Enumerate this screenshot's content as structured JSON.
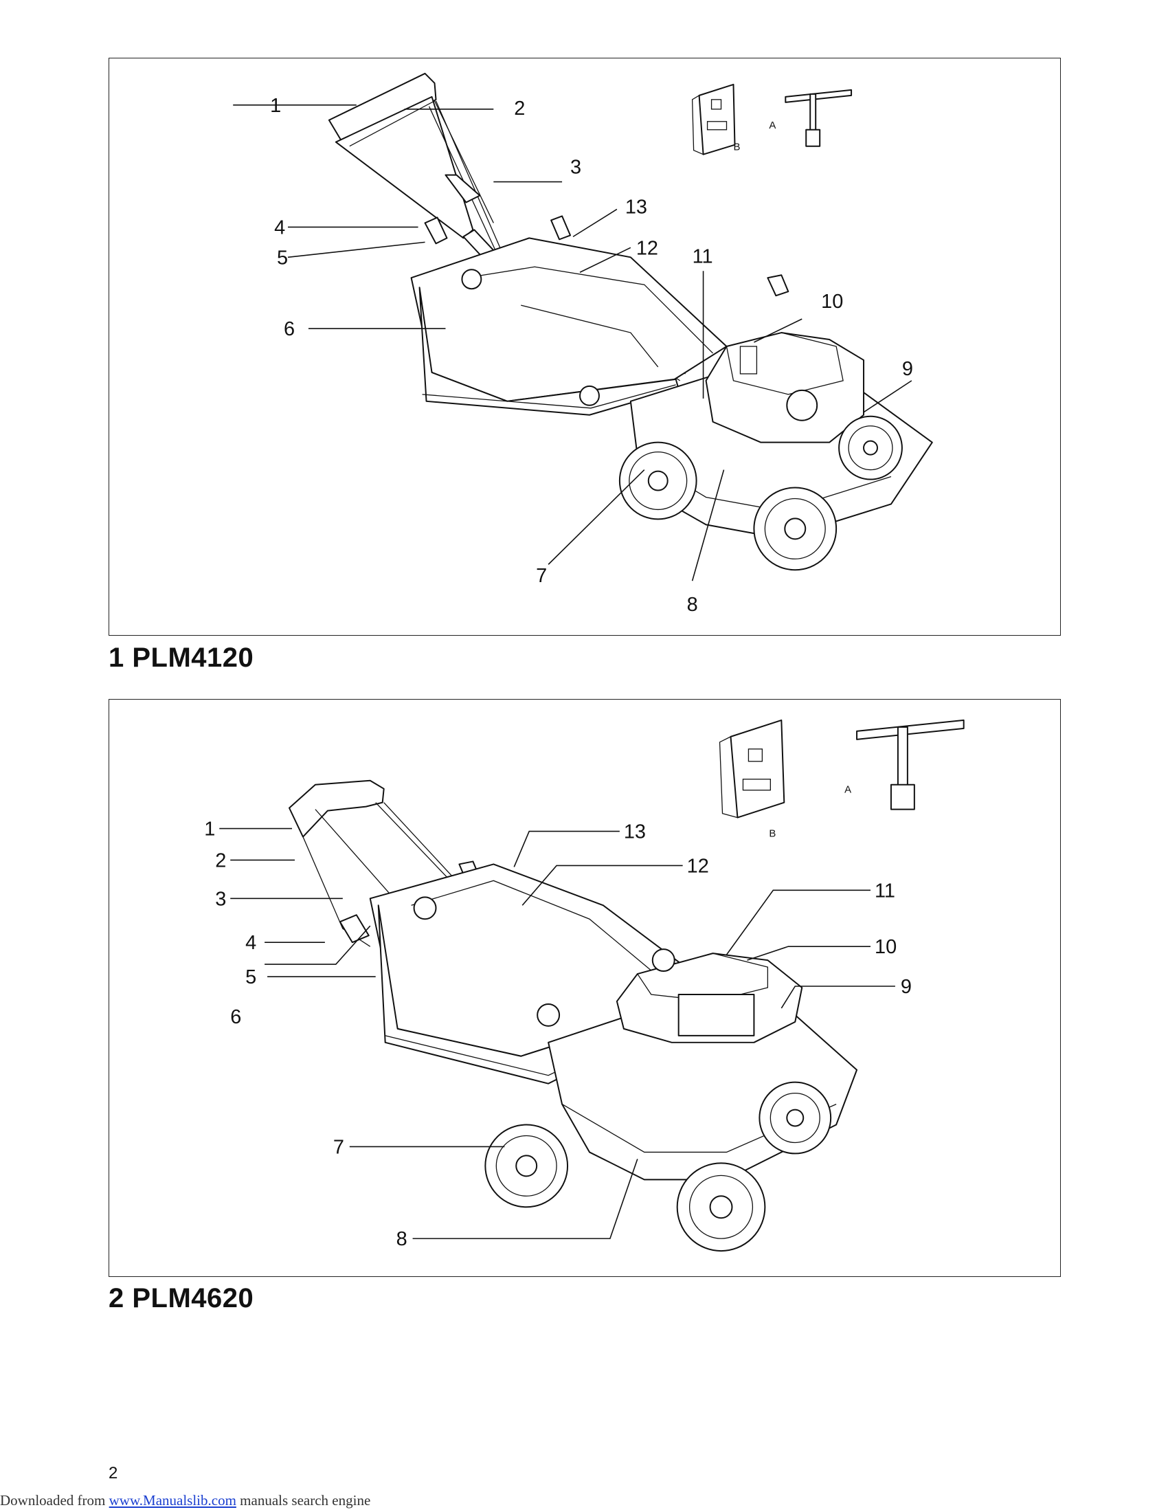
{
  "figures": [
    {
      "caption": "1 PLM4120",
      "callouts": [
        "1",
        "2",
        "3",
        "4",
        "5",
        "6",
        "7",
        "8",
        "9",
        "10",
        "11",
        "12",
        "13"
      ],
      "accessory_labels": {
        "a": "A",
        "b": "B"
      }
    },
    {
      "caption": "2 PLM4620",
      "callouts": [
        "1",
        "2",
        "3",
        "4",
        "5",
        "6",
        "7",
        "8",
        "9",
        "10",
        "11",
        "12",
        "13"
      ],
      "accessory_labels": {
        "a": "A",
        "b": "B"
      }
    }
  ],
  "page_number": "2",
  "footer": {
    "prefix": "Downloaded from ",
    "link_text": "www.Manualslib.com",
    "suffix": " manuals search engine"
  }
}
